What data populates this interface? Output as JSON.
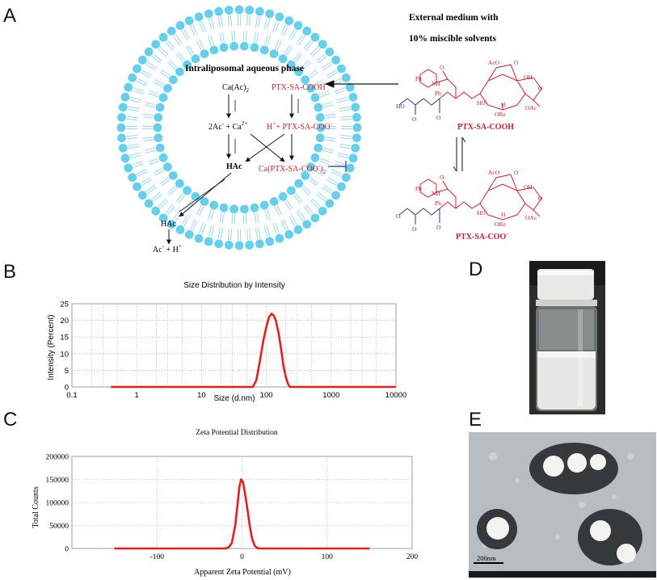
{
  "panels": {
    "a": "A",
    "b": "B",
    "c": "C",
    "d": "D",
    "e": "E"
  },
  "schematic": {
    "external_line1": "External medium with",
    "external_line2": "10% miscible solvents",
    "intra_title": "Intraliposomal aqueous phase",
    "ca_ac2": "Ca(Ac)",
    "ca_ac2_sub": "2",
    "ptx_cooh": "PTX-SA-COOH",
    "ac_ca_eq": "2Ac",
    "ac_ca_eq_sup": "-",
    "ac_ca_plus": " + Ca",
    "ac_ca_plus_sup": "2+",
    "h_plus": "H",
    "h_plus_sup": "+",
    "h_plus_rest": "+ PTX-SA-COO",
    "h_plus_rest_sup": "-",
    "hac": "HAc",
    "ca_ptx": "Ca(PTX-SA-COO",
    "ca_ptx_sup": "-",
    "ca_ptx_close": ")",
    "ca_ptx_sub": "2",
    "hac_out": "HAc",
    "ac_out": "Ac",
    "ac_out_sup": "-",
    "ac_out_rest": " + H",
    "ac_out_rest_sup": "+",
    "mol1_label": "PTX-SA-COOH",
    "mol2_label": "PTX-SA-COO",
    "mol2_label_sup": "-",
    "mol_atoms": {
      "acO": "AcO",
      "O": "O",
      "OH": "OH",
      "HO": "HO",
      "OBz": "OBz",
      "OAc": "OAc",
      "NH": "NH",
      "Ph": "Ph",
      "H": "H",
      "Ho": "HO"
    }
  },
  "chart_data": [
    {
      "type": "line",
      "title": "Size Distribution by Intensity",
      "xlabel": "Size (d.nm)",
      "ylabel": "Intensity (Percent)",
      "xscale": "log",
      "xlim": [
        0.1,
        10000
      ],
      "ylim": [
        0,
        25
      ],
      "xticks": [
        "0.1",
        "1",
        "10",
        "100",
        "1000",
        "10000"
      ],
      "yticks": [
        "0",
        "5",
        "10",
        "15",
        "20",
        "25"
      ],
      "grid": true,
      "series": [
        {
          "color": "#e0201a",
          "x": [
            0.4,
            1,
            10,
            50,
            62,
            70,
            80,
            90,
            100,
            110,
            120,
            130,
            140,
            155,
            170,
            185,
            200,
            215,
            230,
            250,
            300,
            1000,
            10000
          ],
          "y": [
            0,
            0,
            0,
            0,
            0,
            2,
            8,
            14,
            18,
            21,
            22,
            21.5,
            20,
            16,
            11,
            6,
            3,
            1,
            0,
            0,
            0,
            0,
            0
          ]
        }
      ]
    },
    {
      "type": "line",
      "title": "Zeta Potential Distribution",
      "xlabel": "Apparent Zeta Potential (mV)",
      "ylabel": "Total Counts",
      "xlim": [
        -200,
        200
      ],
      "ylim": [
        0,
        200000
      ],
      "xticks": [
        "-100",
        "0",
        "100",
        "200"
      ],
      "yticks": [
        "0",
        "50000",
        "100000",
        "150000",
        "200000"
      ],
      "grid": true,
      "series": [
        {
          "color": "#e0201a",
          "x": [
            -150,
            -20,
            -16,
            -12,
            -8,
            -5,
            -3,
            -1,
            1,
            3,
            6,
            9,
            12,
            15,
            18,
            22,
            150
          ],
          "y": [
            0,
            0,
            2000,
            12000,
            50000,
            100000,
            135000,
            150000,
            145000,
            125000,
            90000,
            50000,
            20000,
            6000,
            1000,
            0,
            0
          ]
        }
      ]
    }
  ],
  "tem": {
    "scale_bar": "200nm"
  }
}
